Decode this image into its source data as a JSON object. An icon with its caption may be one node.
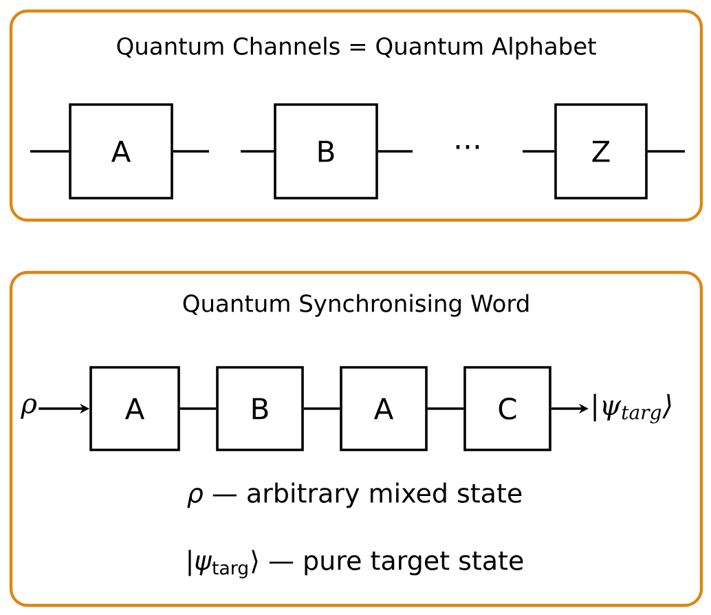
{
  "diagram": {
    "nodes": [
      {
        "text": [
          "Quantum Channels = Quantum Alphabet"
        ]
      },
      {
        "text": [
          "A"
        ],
        "in": 0
      },
      {
        "text": [
          "B"
        ],
        "in": 0
      },
      {
        "text": [
          "Z"
        ],
        "in": 0
      },
      {
        "text": [
          "Quantum Synchronising Word"
        ]
      },
      {
        "text": [
          "ρ"
        ],
        "in": 4
      },
      {
        "text": [
          "A"
        ],
        "in": 4
      },
      {
        "text": [
          "B"
        ],
        "in": 4
      },
      {
        "text": [
          "A"
        ],
        "in": 4
      },
      {
        "text": [
          "C"
        ],
        "in": 4
      },
      {
        "text": [
          "|ψ$_{targ}$⟩"
        ],
        "in": 4
      }
    ],
    "edges": [
      {
        "from": null,
        "to": 1,
        "arrow": "none"
      },
      {
        "from": 1,
        "to": null,
        "arrow": "none"
      },
      {
        "from": null,
        "to": 2,
        "arrow": "none"
      },
      {
        "from": 2,
        "to": null,
        "arrow": "none"
      },
      {
        "from": null,
        "to": 3,
        "arrow": "none"
      },
      {
        "from": 3,
        "to": null,
        "arrow": "none"
      },
      {
        "from": 5,
        "to": 6,
        "arrow": "to"
      },
      {
        "from": 6,
        "to": 7,
        "arrow": "none"
      },
      {
        "from": 7,
        "to": 8,
        "arrow": "none"
      },
      {
        "from": 8,
        "to": 9,
        "arrow": "none"
      },
      {
        "from": 9,
        "to": 10,
        "arrow": "to"
      }
    ],
    "labels": [
      "···",
      "*ρ* — arbitrary mixed state",
      "|*ψ*$_{targ}$⟩ — pure target state"
    ]
  }
}
